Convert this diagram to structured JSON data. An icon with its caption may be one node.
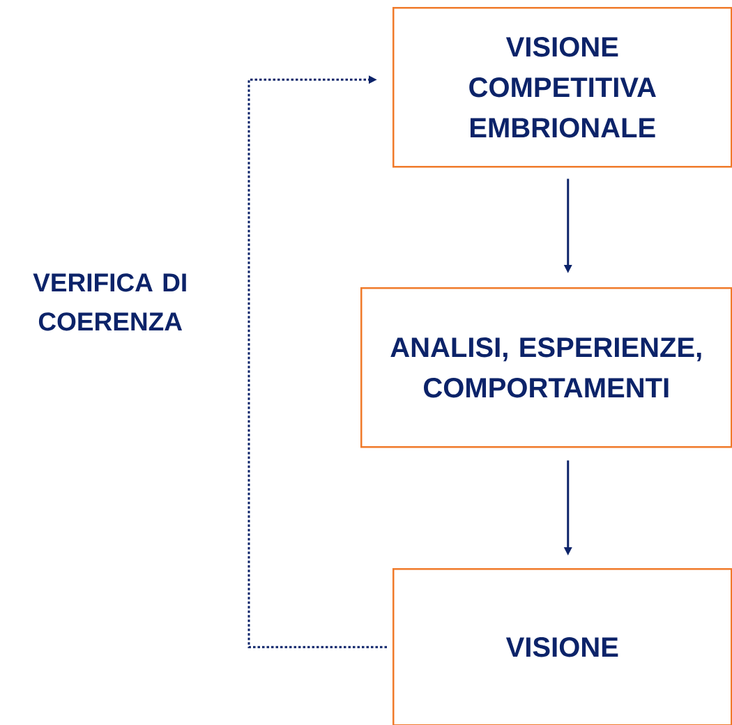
{
  "diagram": {
    "nodes": [
      {
        "text": [
          "VISIONE COMPETITIVA EMBRIONALE"
        ]
      },
      {
        "text": [
          "ANALISI, ESPERIENZE, COMPORTAMENTI"
        ]
      },
      {
        "text": [
          "VISIONE"
        ]
      }
    ],
    "edges": [
      {
        "from": 0,
        "to": 1,
        "arrow": "to"
      },
      {
        "from": 1,
        "to": 2,
        "arrow": "to"
      },
      {
        "from": 2,
        "to": 0,
        "arrow": "to",
        "style": "dashed"
      }
    ],
    "labels": [
      "VERIFICA DI COERENZA"
    ]
  }
}
